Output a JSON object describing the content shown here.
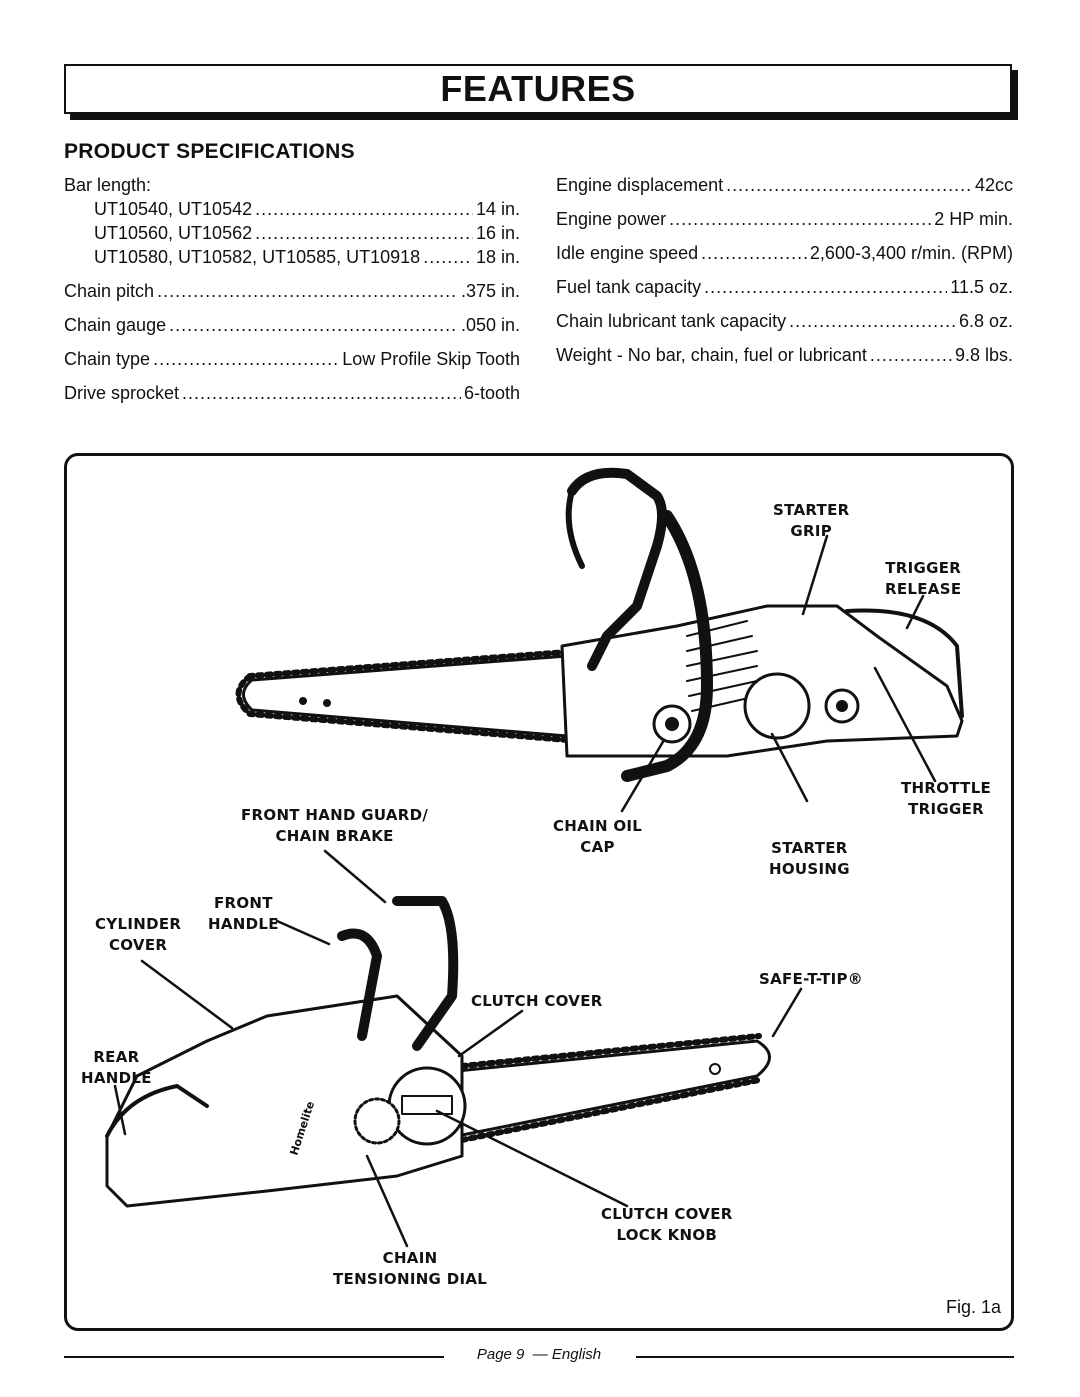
{
  "header": {
    "title": "FEATURES"
  },
  "specs": {
    "title": "PRODUCT SPECIFICATIONS",
    "bar_length_label": "Bar length:",
    "bar_length": [
      {
        "models": "UT10540, UT10542",
        "value": "14 in."
      },
      {
        "models": "UT10560, UT10562",
        "value": "16 in."
      },
      {
        "models": "UT10580, UT10582, UT10585, UT10918",
        "value": "18 in."
      }
    ],
    "left": [
      {
        "label": "Chain pitch",
        "value": ".375 in."
      },
      {
        "label": "Chain gauge",
        "value": ".050 in."
      },
      {
        "label": "Chain type",
        "value": "Low Profile Skip Tooth"
      },
      {
        "label": "Drive sprocket",
        "value": "6-tooth"
      }
    ],
    "right": [
      {
        "label": "Engine displacement",
        "value": "42cc"
      },
      {
        "label": "Engine power",
        "value": "2 HP min."
      },
      {
        "label": "Idle engine speed",
        "value": "2,600-3,400 r/min. (RPM)"
      },
      {
        "label": "Fuel tank capacity",
        "value": "11.5 oz."
      },
      {
        "label": "Chain lubricant tank capacity",
        "value": "6.8 oz."
      },
      {
        "label": "Weight - No bar, chain, fuel or lubricant",
        "value": "9.8 lbs."
      }
    ]
  },
  "figure": {
    "caption": "Fig. 1a",
    "brand_mark": "Homelite",
    "callouts": {
      "starter_grip": [
        "STARTER",
        "GRIP"
      ],
      "trigger_release": [
        "TRIGGER",
        "RELEASE"
      ],
      "throttle_trigger": [
        "THROTTLE",
        "TRIGGER"
      ],
      "starter_housing": [
        "STARTER",
        "HOUSING"
      ],
      "chain_oil_cap": [
        "CHAIN OIL",
        "CAP"
      ],
      "front_hand_guard": [
        "FRONT HAND GUARD/",
        "CHAIN BRAKE"
      ],
      "front_handle": [
        "FRONT",
        "HANDLE"
      ],
      "cylinder_cover": [
        "CYLINDER",
        "COVER"
      ],
      "rear_handle": [
        "REAR",
        "HANDLE"
      ],
      "clutch_cover": [
        "CLUTCH COVER"
      ],
      "safe_t_tip": [
        "SAFE-T-TIP®"
      ],
      "clutch_cover_lock_knob": [
        "CLUTCH COVER",
        "LOCK KNOB"
      ],
      "chain_tensioning_dial": [
        "CHAIN",
        "TENSIONING DIAL"
      ]
    }
  },
  "footer": {
    "page_label": "Page 9",
    "language": "English"
  }
}
